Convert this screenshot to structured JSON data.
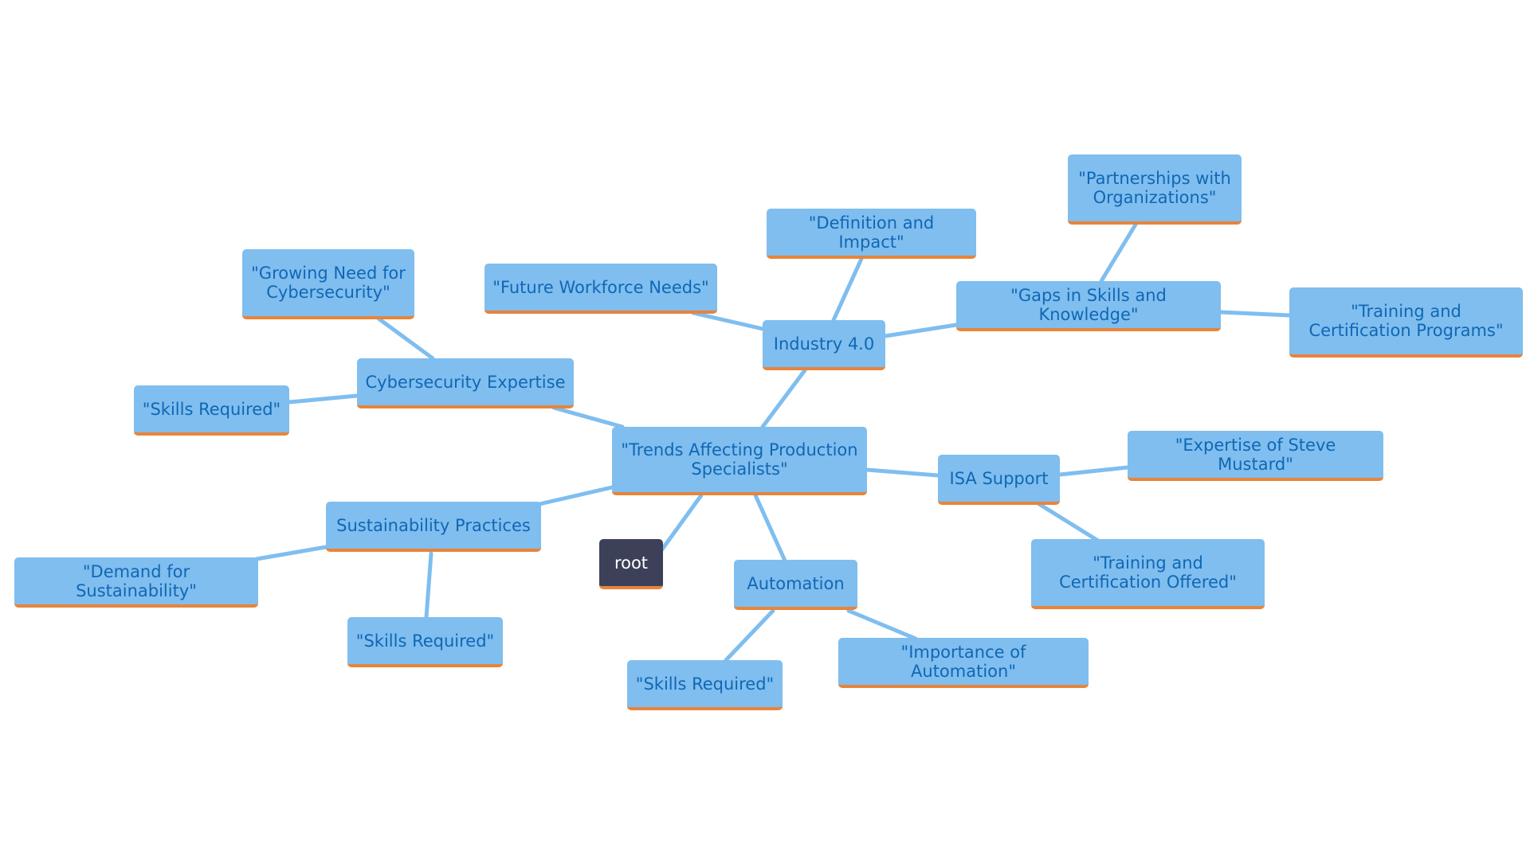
{
  "nodes": {
    "root": "root",
    "center": "\"Trends Affecting Production Specialists\"",
    "industry40": "Industry 4.0",
    "definition": "\"Definition and Impact\"",
    "future_workforce": "\"Future Workforce Needs\"",
    "gaps": "\"Gaps in Skills and Knowledge\"",
    "partnerships": "\"Partnerships with Organizations\"",
    "training_programs": "\"Training and Certification Programs\"",
    "cyber": "Cybersecurity Expertise",
    "cyber_need": "\"Growing Need for Cybersecurity\"",
    "cyber_skills": "\"Skills Required\"",
    "isa": "ISA Support",
    "isa_expertise": "\"Expertise of Steve Mustard\"",
    "isa_training": "\"Training and Certification Offered\"",
    "sustain": "Sustainability Practices",
    "sustain_demand": "\"Demand for Sustainability\"",
    "sustain_skills": "\"Skills Required\"",
    "automation": "Automation",
    "auto_skills": "\"Skills Required\"",
    "auto_importance": "\"Importance of Automation\""
  },
  "colors": {
    "node_fill": "#7fbeef",
    "node_text": "#1167b4",
    "node_underline": "#e8843a",
    "edge": "#7fbeef",
    "root_fill": "#3d4059",
    "root_text": "#ffffff"
  }
}
